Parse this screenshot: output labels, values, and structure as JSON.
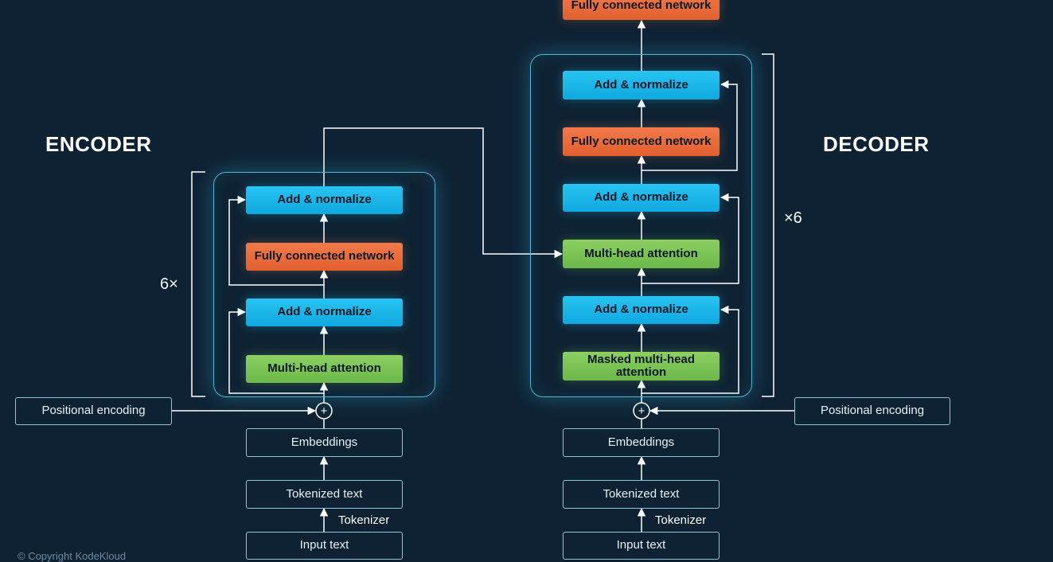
{
  "encoder": {
    "heading": "ENCODER",
    "repeat": "6×",
    "blocks": {
      "add_norm_top": "Add & normalize",
      "ffn": "Fully connected network",
      "add_norm_bottom": "Add & normalize",
      "attention": "Multi-head attention"
    },
    "positional_encoding": "Positional encoding",
    "embeddings": "Embeddings",
    "tokenized_text": "Tokenized text",
    "tokenizer": "Tokenizer",
    "input_text": "Input text"
  },
  "decoder": {
    "heading": "DECODER",
    "repeat": "×6",
    "output_block": "Fully connected network",
    "blocks": {
      "add_norm_3": "Add & normalize",
      "ffn": "Fully connected network",
      "add_norm_2": "Add & normalize",
      "cross_attention": "Multi-head attention",
      "add_norm_1": "Add & normalize",
      "masked_attention": "Masked multi-head attention"
    },
    "positional_encoding": "Positional encoding",
    "embeddings": "Embeddings",
    "tokenized_text": "Tokenized text",
    "tokenizer": "Tokenizer",
    "input_text": "Input text"
  },
  "plus_symbol": "+",
  "copyright": "© Copyright KodeKloud",
  "colors": {
    "background": "#0e2233",
    "add_normalize": "#1ab4e8",
    "feed_forward": "#ea6c3c",
    "attention": "#7cc456",
    "arrows": "#ffffff",
    "stack_border": "#4fb6d4"
  }
}
